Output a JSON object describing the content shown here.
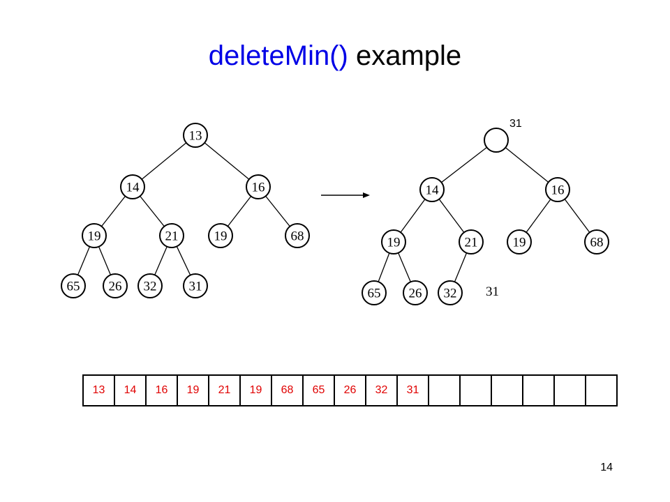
{
  "title": {
    "function_name": "deleteMin()",
    "rest": " example"
  },
  "before_tree": {
    "nodes": [
      "13",
      "14",
      "16",
      "19",
      "21",
      "19",
      "68",
      "65",
      "26",
      "32",
      "31"
    ]
  },
  "after_tree": {
    "hole_label": "31",
    "nodes": [
      "",
      "14",
      "16",
      "19",
      "21",
      "19",
      "68",
      "65",
      "26",
      "32"
    ],
    "moved_value": "31"
  },
  "array": {
    "cells": [
      "13",
      "14",
      "16",
      "19",
      "21",
      "19",
      "68",
      "65",
      "26",
      "32",
      "31",
      "",
      "",
      "",
      "",
      "",
      ""
    ]
  },
  "page_number": "14",
  "colors": {
    "title_function": "#0000e6",
    "array_values": "#e00000"
  }
}
